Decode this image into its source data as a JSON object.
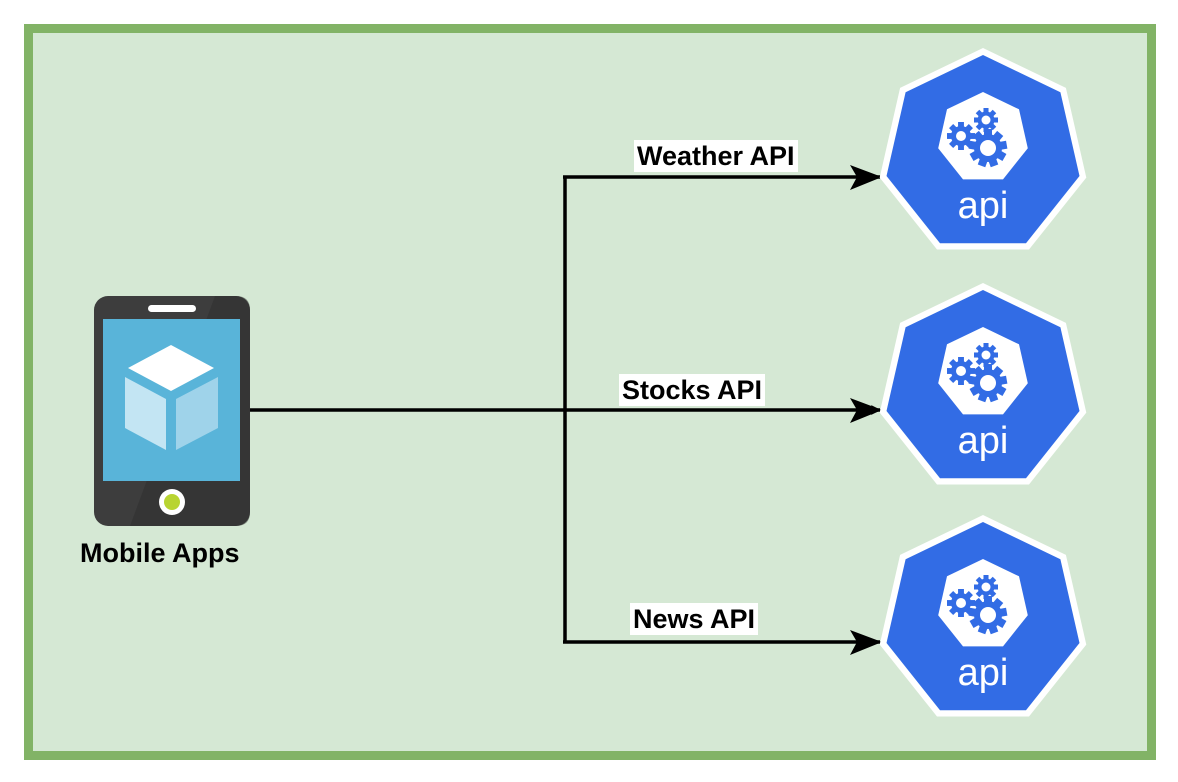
{
  "diagram": {
    "source": {
      "label": "Mobile Apps",
      "icon": "mobile-phone-icon"
    },
    "targets": [
      {
        "label": "Weather API",
        "icon": "api-gears-icon",
        "icon_text": "api"
      },
      {
        "label": "Stocks API",
        "icon": "api-gears-icon",
        "icon_text": "api"
      },
      {
        "label": "News API",
        "icon": "api-gears-icon",
        "icon_text": "api"
      }
    ],
    "colors": {
      "background": "#d5e8d4",
      "frame_border": "#82b366",
      "api_blue": "#326ce5",
      "phone_body": "#3a3a3a",
      "phone_screen": "#59b4d9",
      "home_button": "#b8d432",
      "connector": "#000000"
    }
  }
}
